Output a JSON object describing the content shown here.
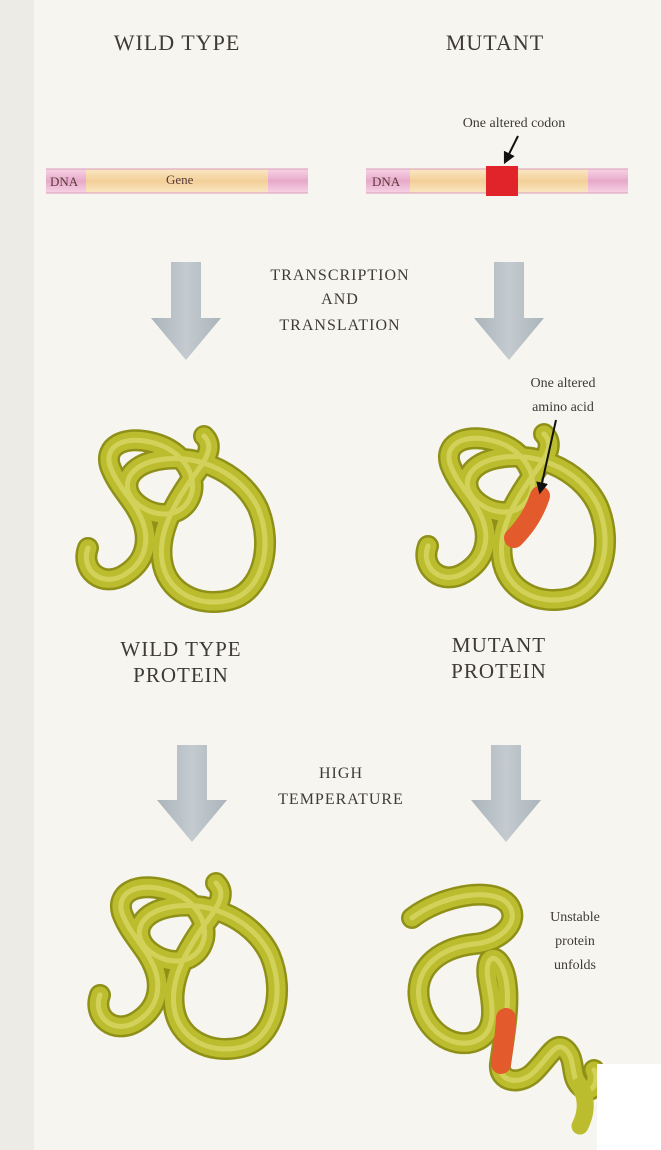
{
  "headers": {
    "wild_type": "WILD TYPE",
    "mutant": "MUTANT"
  },
  "dna": {
    "wild_dna": "DNA",
    "wild_gene": "Gene",
    "mutant_dna": "DNA"
  },
  "annotations": {
    "altered_codon": "One altered codon",
    "altered_amino_acid_line1": "One altered",
    "altered_amino_acid_line2": "amino acid",
    "unstable_line1": "Unstable",
    "unstable_line2": "protein",
    "unstable_line3": "unfolds"
  },
  "steps": {
    "transcription_line1": "TRANSCRIPTION",
    "transcription_line2": "AND",
    "transcription_line3": "TRANSLATION",
    "temperature_line1": "HIGH",
    "temperature_line2": "TEMPERATURE"
  },
  "proteins": {
    "wild_line1": "WILD TYPE",
    "wild_line2": "PROTEIN",
    "mutant_line1": "MUTANT",
    "mutant_line2": "PROTEIN"
  },
  "colors": {
    "dna_end": "#e7a9c9",
    "gene": "#f4d29e",
    "altered_codon": "#e1242a",
    "protein": "#b9ba2d",
    "protein_highlight": "#d9d76a",
    "altered_residue": "#e35a2c",
    "arrow": "#b4bdc3"
  }
}
